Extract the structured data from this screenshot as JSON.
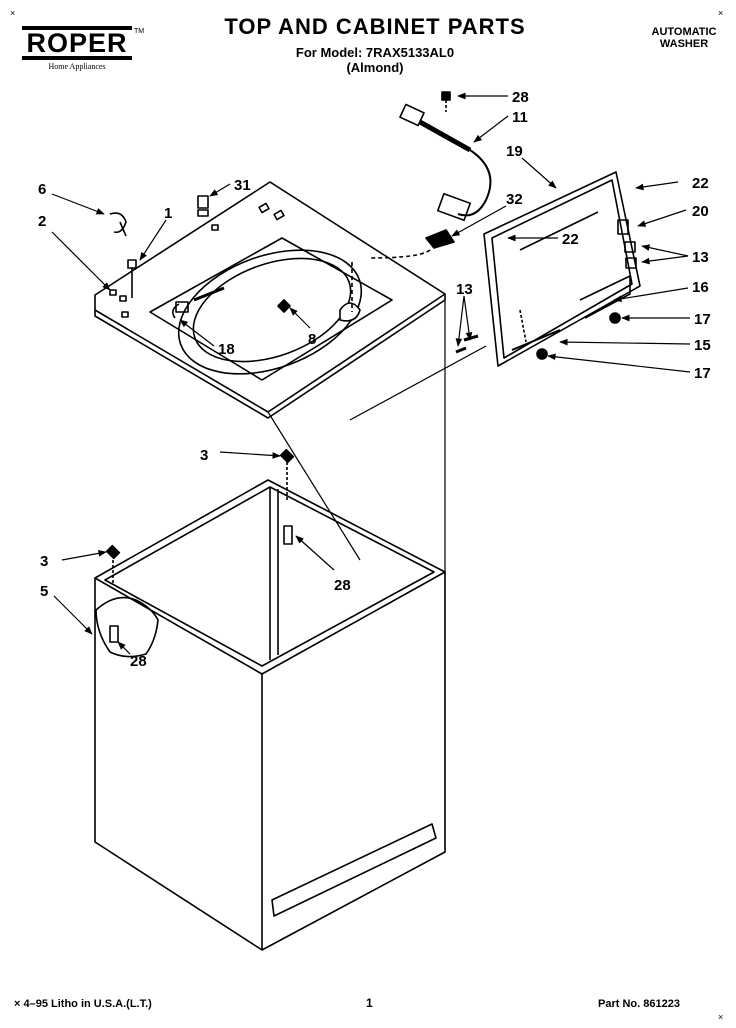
{
  "brand": {
    "name": "ROPER",
    "tm": "TM",
    "tagline": "Home Appliances"
  },
  "header": {
    "title": "TOP AND CABINET PARTS",
    "model_line": "For Model: 7RAX5133AL0",
    "color_line": "(Almond)",
    "category_line1": "AUTOMATIC",
    "category_line2": "WASHER",
    "corner_mark_left": "×",
    "corner_mark_right": "×"
  },
  "footer": {
    "litho": "× 4–95 Litho in U.S.A.(L.T.)",
    "page": "1",
    "part_number": "Part No. 861223",
    "corner_mark": "×"
  },
  "callouts": {
    "c28a": "28",
    "c11": "11",
    "c19": "19",
    "c22a": "22",
    "c20": "20",
    "c32": "32",
    "c22b": "22",
    "c13a": "13",
    "c13b": "13",
    "c16": "16",
    "c17a": "17",
    "c15": "15",
    "c17b": "17",
    "c6": "6",
    "c31": "31",
    "c1": "1",
    "c2": "2",
    "c8": "8",
    "c18": "18",
    "c3a": "3",
    "c28b": "28",
    "c3b": "3",
    "c5": "5",
    "c28c": "28"
  }
}
